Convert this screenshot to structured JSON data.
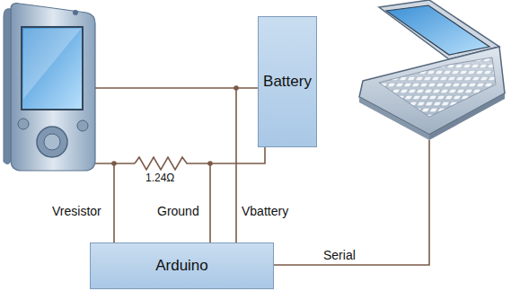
{
  "diagram": {
    "nodes": [
      {
        "text": [
          "Battery"
        ]
      },
      {
        "text": [
          "Arduino"
        ]
      }
    ],
    "edges": [
      {
        "from": 0,
        "to": 1,
        "arrow": "none"
      },
      {
        "from": 0,
        "to": 1,
        "arrow": "none"
      }
    ],
    "labels": [
      "1.24Ω",
      "Vresistor",
      "Ground",
      "Vbattery",
      "Serial"
    ]
  }
}
